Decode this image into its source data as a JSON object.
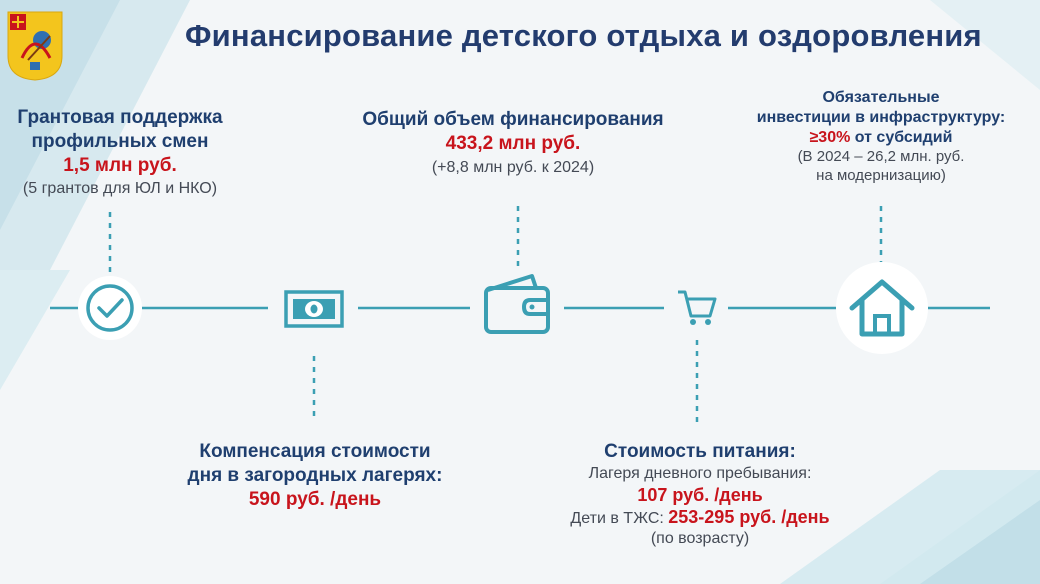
{
  "title": "Финансирование детского отдыха и оздоровления",
  "colors": {
    "teal": "#3b9fb3",
    "navy": "#1f3f6f",
    "red": "#c8141c",
    "emblem_bg": "#f3c51d"
  },
  "top_blocks": {
    "grants": {
      "line1": "Грантовая поддержка",
      "line2": "профильных смен",
      "amount": "1,5 млн руб.",
      "note": "(5 грантов для ЮЛ и НКО)"
    },
    "total": {
      "line1": "Общий объем финансирования",
      "amount": "433,2 млн руб.",
      "note": "(+8,8 млн руб. к 2024)"
    },
    "infrastructure": {
      "line1": "Обязательные",
      "line2": "инвестиции в инфраструктуру:",
      "amount": "≥30%",
      "amount_suffix": " от субсидий",
      "note1": "(В 2024 – 26,2 млн. руб.",
      "note2": "на модернизацию)"
    }
  },
  "bottom_blocks": {
    "compensation": {
      "line1": "Компенсация стоимости",
      "line2": "дня в загородных лагерях:",
      "amount": "590 руб. /день"
    },
    "food": {
      "line1": "Стоимость питания:",
      "line2": "Лагеря дневного пребывания:",
      "amount1": "107 руб. /день",
      "line3": "Дети в ТЖС: ",
      "amount2": "253-295 руб. /день",
      "note": "(по возрасту)"
    }
  },
  "icons": [
    "check-circle-icon",
    "banknote-icon",
    "wallet-icon",
    "cart-icon",
    "house-icon"
  ]
}
